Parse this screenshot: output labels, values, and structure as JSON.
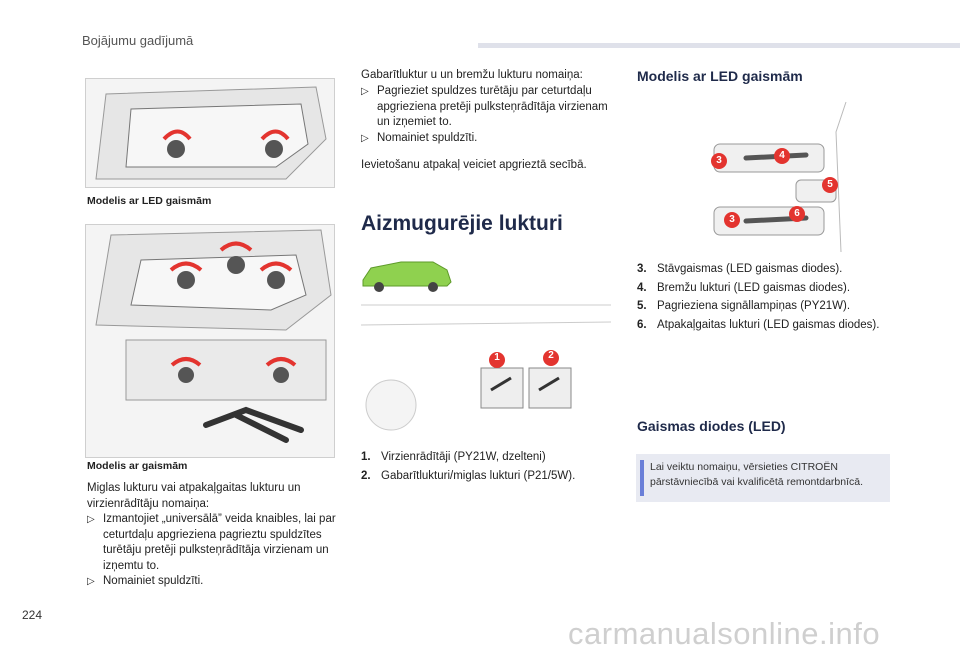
{
  "header": {
    "title": "Bojājumu gadījumā"
  },
  "page": {
    "number": "224"
  },
  "watermark": "carmanualsonline.info",
  "left": {
    "caption_led": "Modelis ar LED gaismām",
    "caption_bulb": "Modelis ar gaismām",
    "intro": "Miglas lukturu vai atpakaļgaitas lukturu un virzienrādītāju nomaiņa:",
    "steps": [
      "Izmantojiet „universālā” veida knaibles, lai par ceturtdaļu apgrieziena pagrieztu spuldzītes turētāju pretēji pulksteņrādītāja virzienam un izņemtu to.",
      "Nomainiet spuldzīti."
    ]
  },
  "middle": {
    "intro": "Gabarītluktur u un bremžu lukturu nomaiņa:",
    "steps": [
      "Pagrieziet spuldzes turētāju par ceturtdaļu apgrieziena pretēji pulksteņrādītāja virzienam un izņemiet to.",
      "Nomainiet spuldzīti."
    ],
    "refit": "Ievietošanu atpakaļ veiciet apgrieztā secībā.",
    "section_title": "Aizmugurējie lukturi",
    "items": [
      {
        "num": "1.",
        "text": "Virzienrādītāji (PY21W, dzelteni)"
      },
      {
        "num": "2.",
        "text": "Gabarītlukturi/miglas lukturi (P21/5W)."
      }
    ],
    "callouts": [
      "1",
      "2"
    ]
  },
  "right": {
    "title": "Modelis ar LED gaismām",
    "callouts": [
      "3",
      "4",
      "5",
      "3",
      "6"
    ],
    "items": [
      {
        "num": "3.",
        "text": "Stāvgaismas (LED gaismas diodes)."
      },
      {
        "num": "4.",
        "text": "Bremžu lukturi (LED gaismas diodes)."
      },
      {
        "num": "5.",
        "text": "Pagrieziena signāllampiņas (PY21W)."
      },
      {
        "num": "6.",
        "text": "Atpakaļgaitas lukturi (LED gaismas diodes)."
      }
    ],
    "led_title": "Gaismas diodes (LED)",
    "info": "Lai veiktu nomaiņu, vērsieties CITROËN pārstāvniecībā vai kvalificētā remontdarbnīcā."
  },
  "colors": {
    "accent": "#e3342f",
    "car_green": "#8fd14f",
    "heading": "#1f2a4a",
    "info_bar": "#6a7fd8"
  },
  "icons": {
    "bullet": "arrow-bullet-icon",
    "info": "info-icon"
  }
}
